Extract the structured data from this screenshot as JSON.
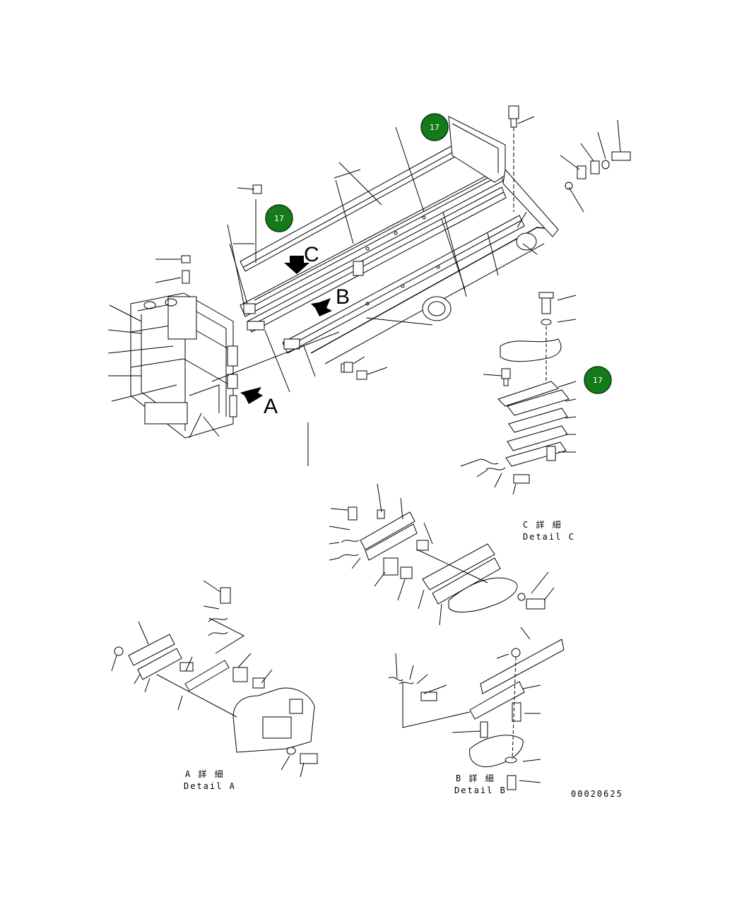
{
  "diagram": {
    "view_letters": [
      "C",
      "B",
      "A"
    ],
    "callout_badges": [
      "17",
      "17",
      "17"
    ],
    "detail_labels": [
      {
        "ja": "C 詳 細",
        "en": "Detail C"
      },
      {
        "ja": "A 詳 細",
        "en": "Detail A"
      },
      {
        "ja": "B 詳 細",
        "en": "Detail B"
      }
    ],
    "drawing_number": "00020625",
    "colors": {
      "badge": "#157a1a",
      "line": "#000000"
    }
  }
}
